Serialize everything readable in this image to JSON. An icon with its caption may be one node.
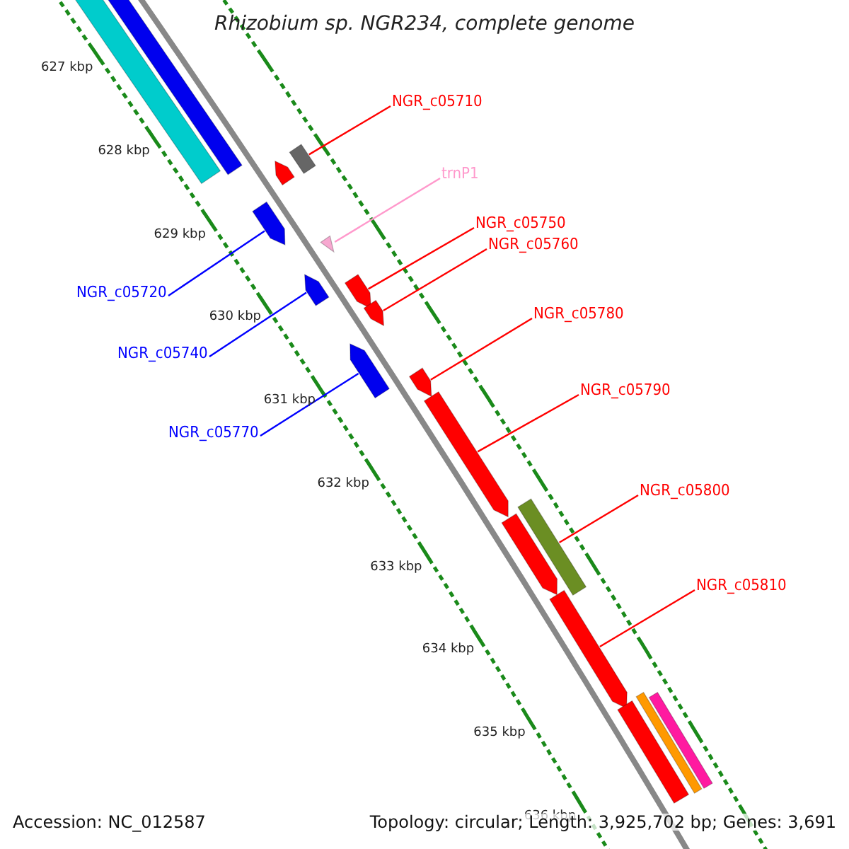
{
  "diagram": {
    "title": "Rhizobium sp. NGR234, complete genome",
    "nodes": [
      {
        "text": [
          "NGR_c05710"
        ]
      },
      {
        "text": [],
        "shape": "box"
      },
      {
        "text": [
          "trnP1"
        ]
      },
      {
        "text": [],
        "shape": "triangle"
      },
      {
        "text": [
          "NGR_c05750"
        ]
      },
      {
        "text": [],
        "shape": "pentagon"
      },
      {
        "text": [
          "NGR_c05760"
        ]
      },
      {
        "text": [],
        "shape": "pentagon"
      },
      {
        "text": [
          "NGR_c05720"
        ]
      },
      {
        "text": [],
        "shape": "pentagon"
      },
      {
        "text": [
          "NGR_c05780"
        ]
      },
      {
        "text": [],
        "shape": "pentagon"
      },
      {
        "text": [
          "NGR_c05740"
        ]
      },
      {
        "text": [],
        "shape": "pentagon"
      },
      {
        "text": [
          "NGR_c05790"
        ]
      },
      {
        "text": [],
        "shape": "pentagon"
      },
      {
        "text": [
          "NGR_c05770"
        ]
      },
      {
        "text": [],
        "shape": "pentagon"
      },
      {
        "text": [
          "NGR_c05800"
        ]
      },
      {
        "text": [],
        "shape": "bar"
      },
      {
        "text": [
          "NGR_c05810"
        ]
      },
      {
        "text": [],
        "shape": "pentagon"
      },
      {
        "text": [],
        "shape": "bar"
      },
      {
        "text": [],
        "shape": "bar"
      },
      {
        "text": [],
        "shape": "pentagon"
      },
      {
        "text": [],
        "shape": "pentagon"
      },
      {
        "text": [],
        "shape": "pentagon"
      },
      {
        "text": [],
        "shape": "bar"
      },
      {
        "text": [],
        "shape": "bar"
      }
    ],
    "edges": [
      {
        "from": 0,
        "to": 1,
        "arrow": "none"
      },
      {
        "from": 2,
        "to": 3,
        "arrow": "none",
        "color": "#ff99cc"
      },
      {
        "from": 4,
        "to": 5,
        "arrow": "none"
      },
      {
        "from": 6,
        "to": 7,
        "arrow": "none"
      },
      {
        "from": 8,
        "to": 9,
        "arrow": "none",
        "color": "#0000ff"
      },
      {
        "from": 10,
        "to": 11,
        "arrow": "none"
      },
      {
        "from": 12,
        "to": 13,
        "arrow": "none",
        "color": "#0000ff"
      },
      {
        "from": 14,
        "to": 15,
        "arrow": "none"
      },
      {
        "from": 16,
        "to": 17,
        "arrow": "none",
        "color": "#0000ff"
      },
      {
        "from": 18,
        "to": 19,
        "arrow": "none"
      },
      {
        "from": 20,
        "to": 21,
        "arrow": "none"
      }
    ],
    "labels": [
      "627 kbp",
      "628 kbp",
      "629 kbp",
      "630 kbp",
      "631 kbp",
      "632 kbp",
      "633 kbp",
      "634 kbp",
      "635 kbp",
      "636 kbp",
      "Accession: NC_012587",
      "Topology: circular; Length: 3,925,702 bp; Genes: 3,691"
    ]
  }
}
